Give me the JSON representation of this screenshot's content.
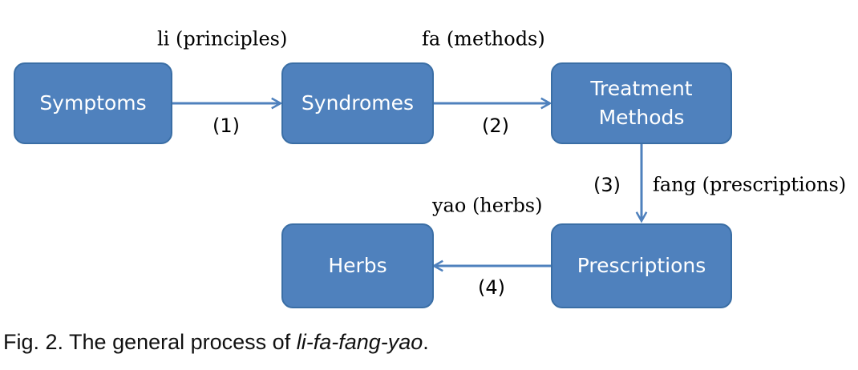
{
  "boxes": {
    "symptoms": "Symptoms",
    "syndromes": "Syndromes",
    "treatment_line1": "Treatment",
    "treatment_line2": "Methods",
    "prescriptions": "Prescriptions",
    "herbs": "Herbs"
  },
  "steps": {
    "s1": "(1)",
    "s2": "(2)",
    "s3": "(3)",
    "s4": "(4)"
  },
  "labels": {
    "li": "li (principles)",
    "fa": "fa (methods)",
    "fang": "fang (prescriptions)",
    "yao": "yao (herbs)"
  },
  "caption": {
    "prefix": "Fig. 2. The general process of ",
    "italic": "li-fa-fang-yao",
    "suffix": "."
  },
  "colors": {
    "box_fill": "#4f81bd",
    "connector": "#4f81bd"
  }
}
